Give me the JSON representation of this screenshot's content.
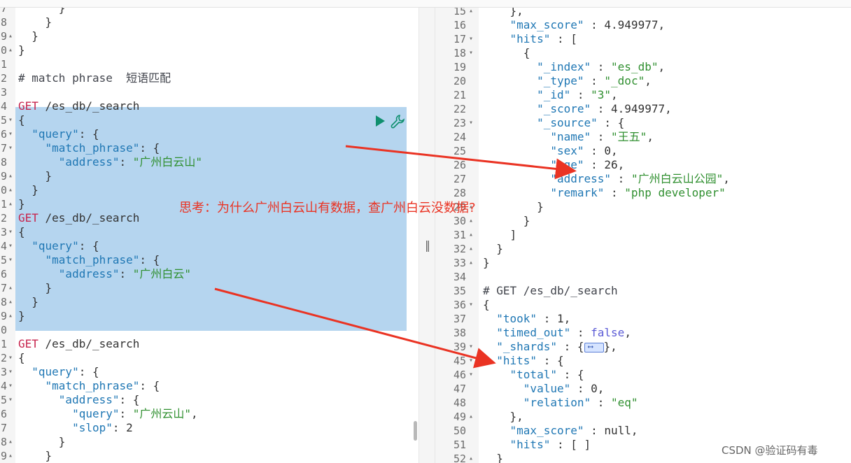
{
  "left_editor": {
    "lines": [
      {
        "ln": "7",
        "text": "      }",
        "indent_guides": [
          2,
          4
        ]
      },
      {
        "ln": "8",
        "text": "    }",
        "indent_guides": [
          2
        ]
      },
      {
        "ln": "9",
        "text": "  }",
        "fold": true
      },
      {
        "ln": "0",
        "text": "}",
        "fold": true
      },
      {
        "ln": "1",
        "text": "",
        "fold": false
      },
      {
        "ln": "2",
        "text": "# match phrase  短语匹配",
        "type": "comment"
      },
      {
        "ln": "3",
        "text": ""
      },
      {
        "ln": "4",
        "method": "GET",
        "text": " /es_db/_search"
      },
      {
        "ln": "5",
        "text": "{",
        "fold": true
      },
      {
        "ln": "6",
        "text": "  \"query\": {",
        "fold": true
      },
      {
        "ln": "7",
        "text": "    \"match_phrase\": {",
        "fold": true
      },
      {
        "ln": "8",
        "text": "      \"address\": \"广州白云山\""
      },
      {
        "ln": "9",
        "text": "    }",
        "fold": true
      },
      {
        "ln": "0",
        "text": "  }",
        "fold": true
      },
      {
        "ln": "1",
        "text": "}",
        "fold": true
      },
      {
        "ln": "2",
        "method": "GET",
        "text": " /es_db/_search"
      },
      {
        "ln": "3",
        "text": "{",
        "fold": true
      },
      {
        "ln": "4",
        "text": "  \"query\": {",
        "fold": true
      },
      {
        "ln": "5",
        "text": "    \"match_phrase\": {",
        "fold": true
      },
      {
        "ln": "6",
        "text": "      \"address\": \"广州白云\""
      },
      {
        "ln": "7",
        "text": "    }",
        "fold": true
      },
      {
        "ln": "8",
        "text": "  }",
        "fold": true
      },
      {
        "ln": "9",
        "text": "}",
        "fold": true
      },
      {
        "ln": "0",
        "text": ""
      },
      {
        "ln": "1",
        "method": "GET",
        "text": " /es_db/_search"
      },
      {
        "ln": "2",
        "text": "{",
        "fold": true
      },
      {
        "ln": "3",
        "text": "  \"query\": {",
        "fold": true
      },
      {
        "ln": "4",
        "text": "    \"match_phrase\": {",
        "fold": true
      },
      {
        "ln": "5",
        "text": "      \"address\": {",
        "fold": true
      },
      {
        "ln": "6",
        "text": "        \"query\": \"广州云山\","
      },
      {
        "ln": "7",
        "text": "        \"slop\": 2"
      },
      {
        "ln": "8",
        "text": "      }",
        "fold": true
      },
      {
        "ln": "9",
        "text": "    }",
        "fold": true
      }
    ]
  },
  "right_editor": {
    "lines": [
      {
        "ln": "15",
        "text": "    },",
        "fold": true
      },
      {
        "ln": "16",
        "text": "    \"max_score\" : 4.949977,"
      },
      {
        "ln": "17",
        "text": "    \"hits\" : [",
        "fold": true
      },
      {
        "ln": "18",
        "text": "      {",
        "fold": true
      },
      {
        "ln": "19",
        "text": "        \"_index\" : \"es_db\","
      },
      {
        "ln": "20",
        "text": "        \"_type\" : \"_doc\","
      },
      {
        "ln": "21",
        "text": "        \"_id\" : \"3\","
      },
      {
        "ln": "22",
        "text": "        \"_score\" : 4.949977,"
      },
      {
        "ln": "23",
        "text": "        \"_source\" : {",
        "fold": true
      },
      {
        "ln": "24",
        "text": "          \"name\" : \"王五\","
      },
      {
        "ln": "25",
        "text": "          \"sex\" : 0,"
      },
      {
        "ln": "26",
        "text": "          \"age\" : 26,"
      },
      {
        "ln": "27",
        "text": "          \"address\" : \"广州白云山公园\","
      },
      {
        "ln": "28",
        "text": "          \"remark\" : \"php developer\""
      },
      {
        "ln": "29",
        "text": "        }",
        "fold": true
      },
      {
        "ln": "30",
        "text": "      }",
        "fold": true
      },
      {
        "ln": "31",
        "text": "    ]",
        "fold": true
      },
      {
        "ln": "32",
        "text": "  }",
        "fold": true
      },
      {
        "ln": "33",
        "text": "}",
        "fold": true
      },
      {
        "ln": "34",
        "text": ""
      },
      {
        "ln": "35",
        "text": "# GET /es_db/_search",
        "type": "comment"
      },
      {
        "ln": "36",
        "text": "{",
        "fold": true
      },
      {
        "ln": "37",
        "text": "  \"took\" : 1,"
      },
      {
        "ln": "38",
        "text": "  \"timed_out\" : false,"
      },
      {
        "ln": "39",
        "text": "  \"_shards\" : {",
        "fold": true,
        "collapsed": true
      },
      {
        "ln": "45",
        "text": "  \"hits\" : {",
        "fold": true
      },
      {
        "ln": "46",
        "text": "    \"total\" : {",
        "fold": true
      },
      {
        "ln": "47",
        "text": "      \"value\" : 0,"
      },
      {
        "ln": "48",
        "text": "      \"relation\" : \"eq\""
      },
      {
        "ln": "49",
        "text": "    },",
        "fold": true
      },
      {
        "ln": "50",
        "text": "    \"max_score\" : null,"
      },
      {
        "ln": "51",
        "text": "    \"hits\" : [ ]"
      },
      {
        "ln": "52",
        "text": "  }",
        "fold": true
      }
    ]
  },
  "annotation": {
    "text": "思考：为什么广州白云山有数据，查广州白云没数据?"
  },
  "splitter": {
    "grip": "‖"
  },
  "watermark": {
    "text": "CSDN @验证码有毒"
  },
  "colors": {
    "selection": "#b5d5ef",
    "method": "#c7254e",
    "string": "#2f8f2f",
    "key": "#1f77b4",
    "annotation": "#ea3323",
    "run_icon": "#0f8f6e"
  },
  "icons": {
    "run": "play-icon",
    "settings": "wrench-icon"
  }
}
